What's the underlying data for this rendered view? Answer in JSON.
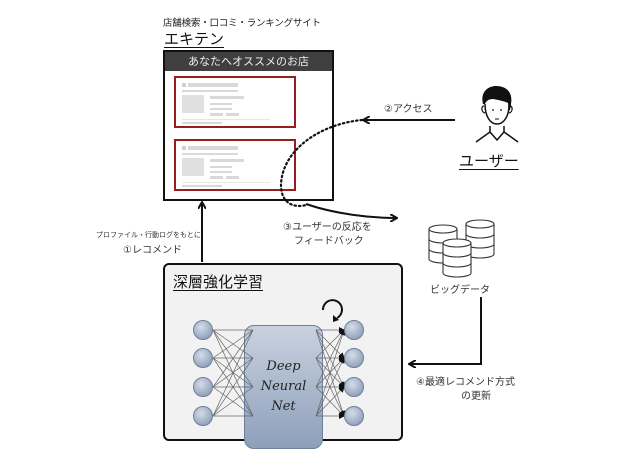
{
  "header": {
    "subtitle": "店舗検索・口コミ・ランキングサイト",
    "site_name": "エキテン"
  },
  "browser": {
    "header_title": "あなたへオススメのお店",
    "cards": [
      {
        "name": "recommended-shop-card-1"
      },
      {
        "name": "recommended-shop-card-2"
      }
    ]
  },
  "user": {
    "label": "ユーザー",
    "icon": "person-icon"
  },
  "big_data": {
    "label": "ビッグデータ",
    "icon": "database-icon"
  },
  "drl": {
    "title": "深層強化学習",
    "dnn_lines": [
      "Deep",
      "Neural",
      "Net"
    ],
    "loop_icon": "refresh-loop-icon"
  },
  "steps": {
    "step1_note": "プロファイル・行動ログをもとに",
    "step1": "①レコメンド",
    "step2": "②アクセス",
    "step3_line1": "③ユーザーの反応を",
    "step3_line2": "フィードバック",
    "step4_line1": "④最適レコメンド方式",
    "step4_line2": "の更新"
  },
  "colors": {
    "card_border": "#9b1c1c",
    "browser_header": "#3f3f3f",
    "node_fill": "#a9b8cf",
    "drl_bg": "#f2f2f2"
  }
}
